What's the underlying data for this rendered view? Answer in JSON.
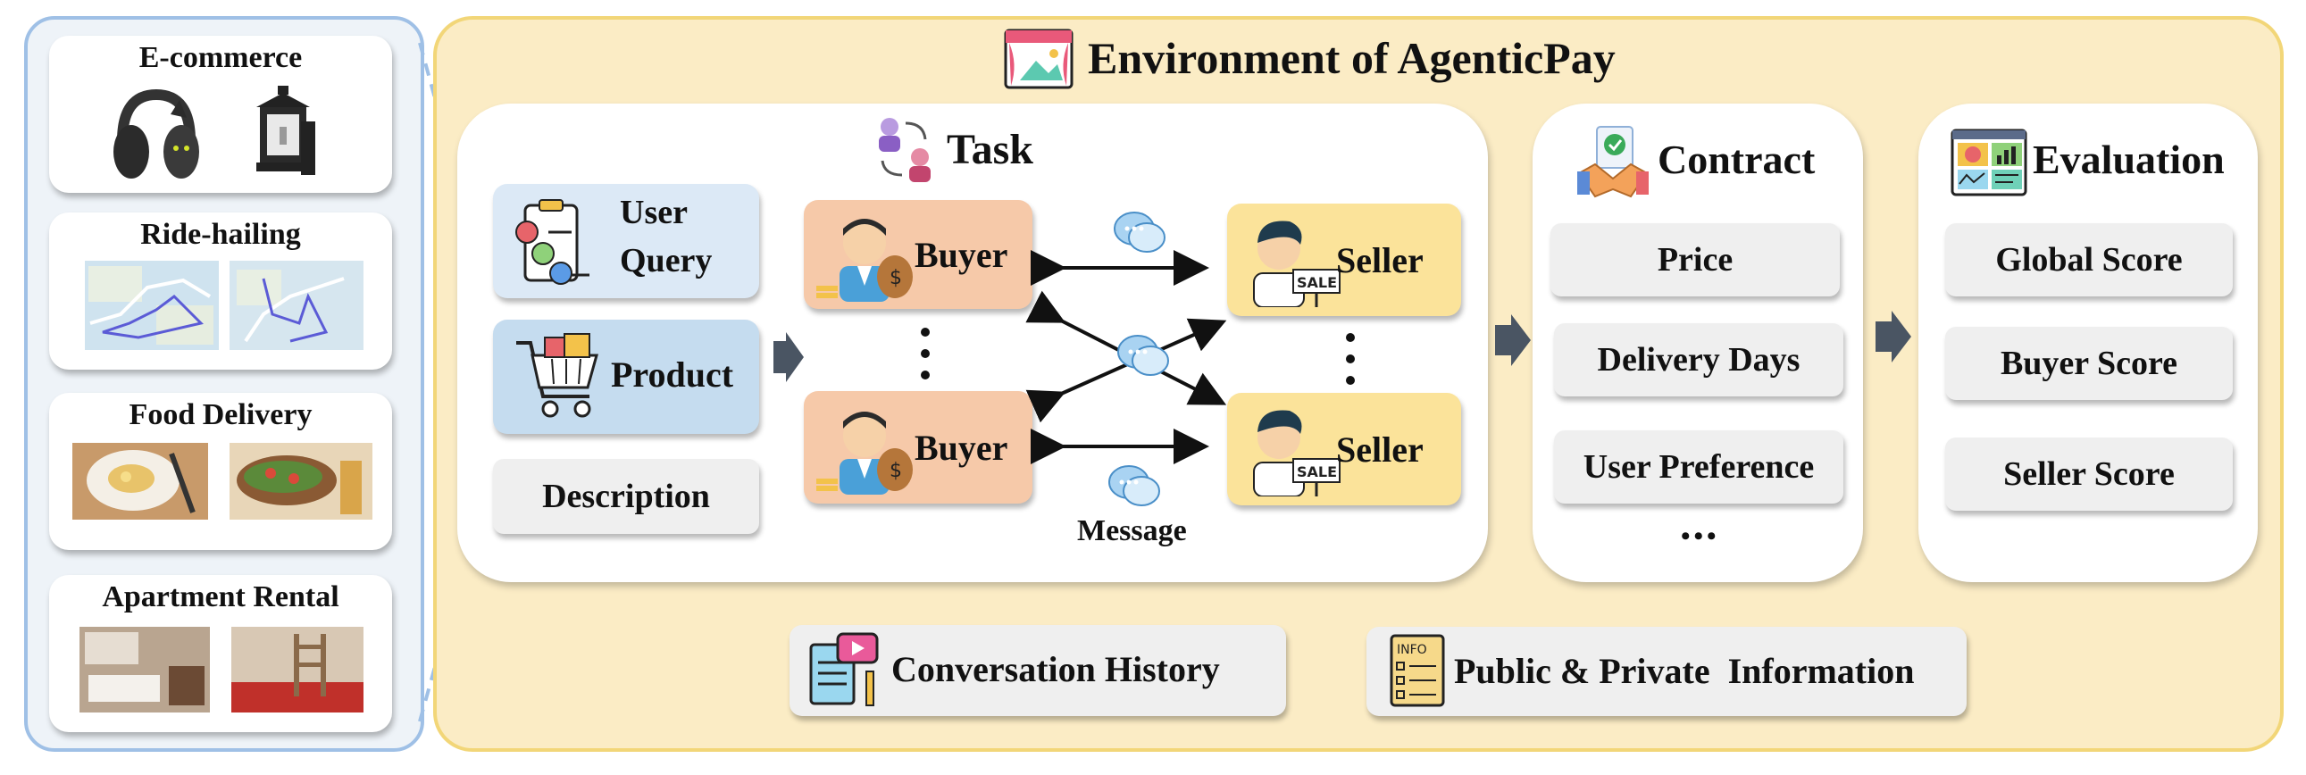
{
  "domains": [
    {
      "title": "E-commerce"
    },
    {
      "title": "Ride-hailing"
    },
    {
      "title": "Food Delivery"
    },
    {
      "title": "Apartment Rental"
    }
  ],
  "environment": {
    "title": "Environment of AgenticPay"
  },
  "task": {
    "title": "Task",
    "user_query_line1": "User",
    "user_query_line2": "Query",
    "product": "Product",
    "description": "Description",
    "buyer": "Buyer",
    "seller": "Seller",
    "message": "Message"
  },
  "contract": {
    "title": "Contract",
    "items": [
      "Price",
      "Delivery Days",
      "User Preference"
    ],
    "more": "•••"
  },
  "evaluation": {
    "title": "Evaluation",
    "items": [
      "Global Score",
      "Buyer Score",
      "Seller Score"
    ]
  },
  "bottom": {
    "history": "Conversation History",
    "info": "Public & Private  Information"
  },
  "colors": {
    "buyer_bg": "#f6c9a9",
    "seller_bg": "#fbe39a",
    "env_bg": "#fbecc5",
    "env_border": "#f2d678",
    "left_border": "#9fc0e6",
    "arrow": "#4a5563"
  },
  "icons": [
    "headphones-icon",
    "lamp-icon",
    "map-icon",
    "food-icon",
    "apartment-icon",
    "theater-icon",
    "handshake-icon",
    "dashboard-icon",
    "clipboard-icon",
    "cart-icon",
    "buyer-avatar-icon",
    "seller-avatar-icon",
    "chat-bubble-icon",
    "video-doc-icon",
    "info-doc-icon"
  ]
}
